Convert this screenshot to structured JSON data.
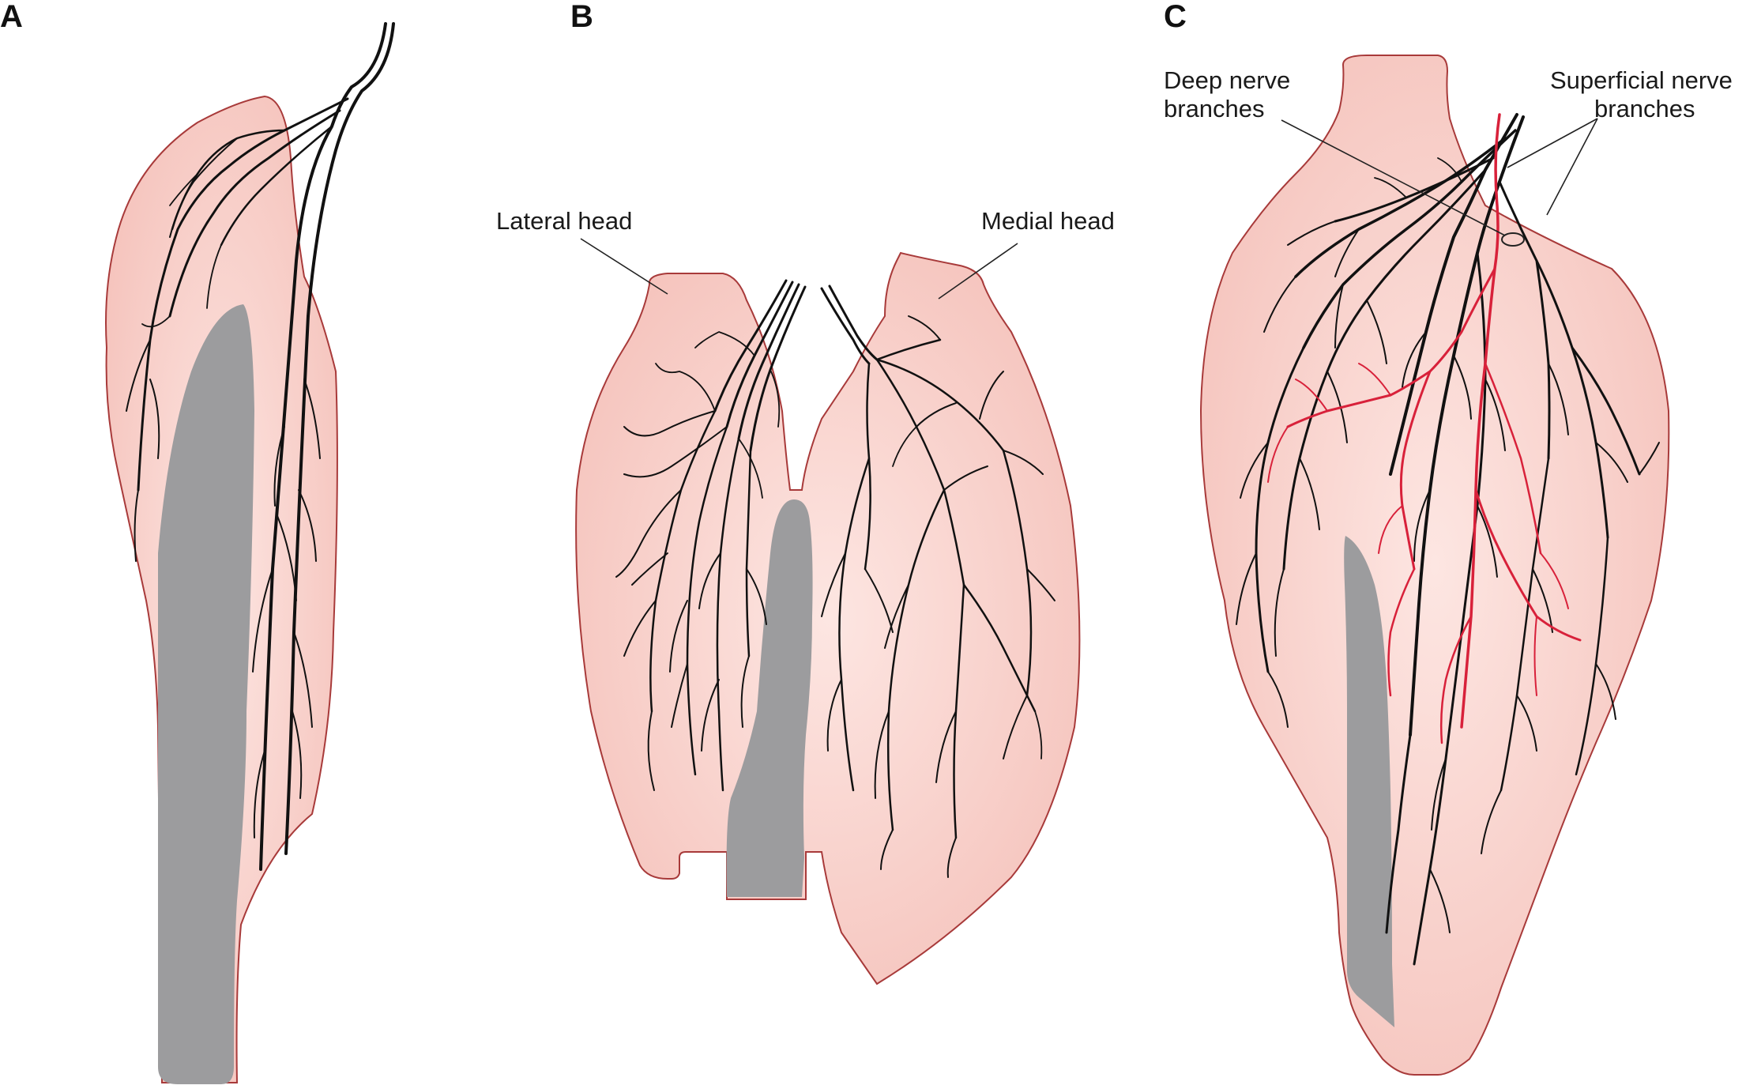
{
  "panels": [
    {
      "letter": "A"
    },
    {
      "letter": "B",
      "labels": {
        "lateral": "Lateral head",
        "medial": "Medial head"
      }
    },
    {
      "letter": "C",
      "labels": {
        "deep_line1": "Deep nerve",
        "deep_line2": "branches",
        "superficial_line1": "Superficial nerve",
        "superficial_line2": "branches"
      }
    }
  ],
  "colors": {
    "muscle_fill": "#f7cfc9",
    "muscle_outline": "#a83a3a",
    "tendon": "#9c9c9e",
    "deep_nerve": "#111111",
    "superficial_nerve": "#d8213a"
  }
}
